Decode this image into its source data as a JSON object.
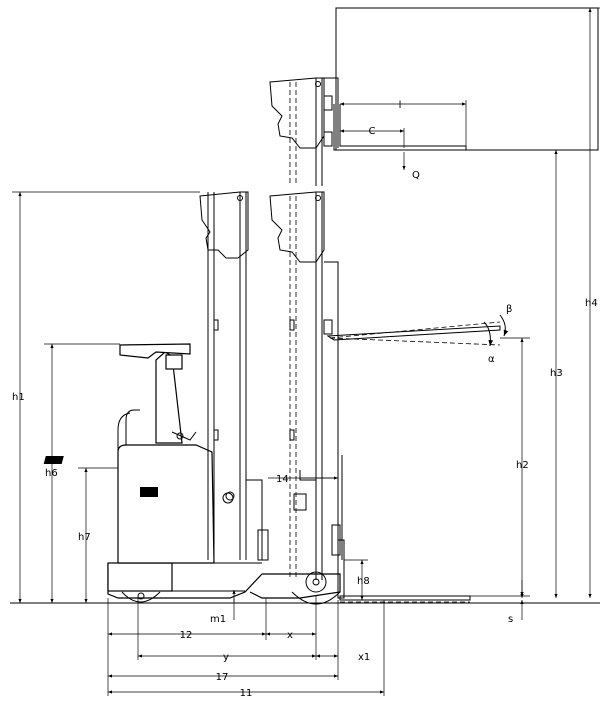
{
  "labels": {
    "l": "l",
    "c": "C",
    "q": "Q",
    "beta": "β",
    "alpha": "α",
    "h1": "h1",
    "h2": "h2",
    "h3": "h3",
    "h4": "h4",
    "h6": "h6",
    "h7": "h7",
    "h8": "h8",
    "s": "s",
    "m1": "m1",
    "d12": "12",
    "d14": "14",
    "x": "x",
    "x1": "x1",
    "y": "y",
    "d17": "17",
    "d11": "11"
  },
  "colors": {
    "line": "#000000",
    "background": "#ffffff"
  }
}
